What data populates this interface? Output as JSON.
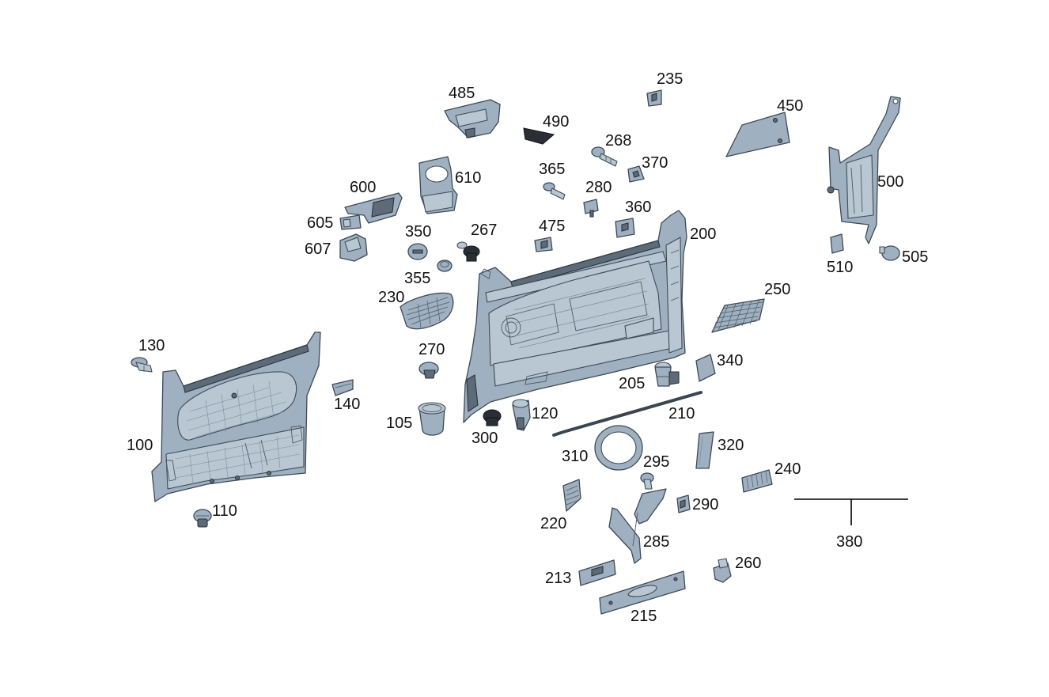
{
  "labels": {
    "l100": "100",
    "l105": "105",
    "l110": "110",
    "l120": "120",
    "l130": "130",
    "l140": "140",
    "l200": "200",
    "l205": "205",
    "l210": "210",
    "l213": "213",
    "l215": "215",
    "l220": "220",
    "l230": "230",
    "l235": "235",
    "l240": "240",
    "l250": "250",
    "l260": "260",
    "l267": "267",
    "l268": "268",
    "l270": "270",
    "l280": "280",
    "l285": "285",
    "l290": "290",
    "l295": "295",
    "l300": "300",
    "l310": "310",
    "l320": "320",
    "l340": "340",
    "l350": "350",
    "l355": "355",
    "l360": "360",
    "l365": "365",
    "l370": "370",
    "l380": "380",
    "l450": "450",
    "l475": "475",
    "l485": "485",
    "l490": "490",
    "l500": "500",
    "l505": "505",
    "l510": "510",
    "l600": "600",
    "l605": "605",
    "l607": "607",
    "l610": "610"
  },
  "colors": {
    "part_fill": "#9fb0c0",
    "part_outline": "#3e4a56",
    "dark_part": "#2a2f35",
    "label_text": "#111111",
    "background": "#ffffff"
  }
}
